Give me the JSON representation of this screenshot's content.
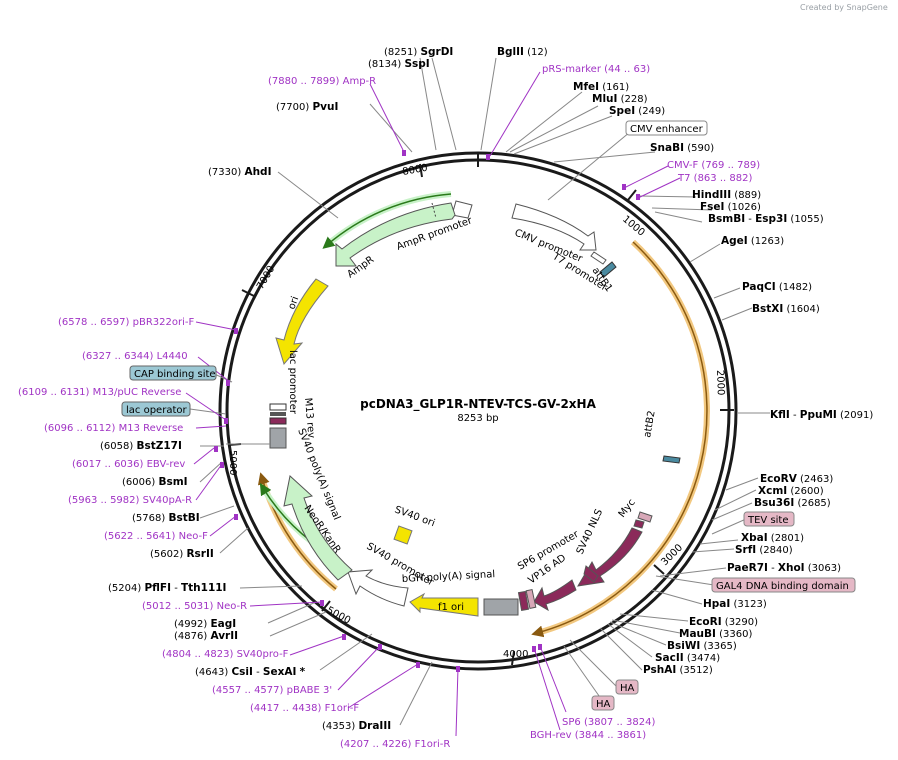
{
  "watermark": "Created by  SnapGene",
  "plasmid": {
    "name": "pcDNA3_GLP1R-NTEV-TCS-GV-2xHA",
    "size": "8253 bp"
  },
  "ticks": [
    "1000",
    "2000",
    "3000",
    "4000",
    "5000",
    "7000",
    "8000"
  ],
  "features": {
    "cmv_promoter": "CMV promoter",
    "t7_promoter": "T7 promoter",
    "attB1": "attB1",
    "attB2": "attB2",
    "myc": "Myc",
    "sv40_nls": "SV40 NLS",
    "vp16_ad": "VP16 AD",
    "sp6_promoter": "SP6 promoter",
    "bgh_polya": "bGH poly(A) signal",
    "f1_ori": "f1 ori",
    "sv40_ori": "SV40 ori",
    "sv40_promoter": "SV40 promoter",
    "neor": "NeoR/KanR",
    "sv40_polya": "SV40 poly(A) signal",
    "m13_rev": "M13 rev",
    "lac_promoter": "lac promoter",
    "ori": "ori",
    "ampr": "AmpR",
    "ampr_promoter": "AmpR promoter"
  },
  "labels": [
    {
      "pos": "(8251)",
      "name": "SgrDI"
    },
    {
      "name": "BglII",
      "pos": "(12)"
    },
    {
      "name": "pRS-marker",
      "pos": "(44 .. 63)"
    },
    {
      "name": "MfeI",
      "pos": "(161)"
    },
    {
      "name": "MluI",
      "pos": "(228)"
    },
    {
      "name": "SpeI",
      "pos": "(249)"
    },
    {
      "name": "CMV enhancer"
    },
    {
      "name": "SnaBI",
      "pos": "(590)"
    },
    {
      "name": "CMV-F",
      "pos": "(769 .. 789)"
    },
    {
      "name": "T7",
      "pos": "(863 .. 882)"
    },
    {
      "name": "HindIII",
      "pos": "(889)"
    },
    {
      "name": "FseI",
      "pos": "(1026)"
    },
    {
      "name": "BsmBI",
      "name2": "Esp3I",
      "pos": "(1055)"
    },
    {
      "name": "AgeI",
      "pos": "(1263)"
    },
    {
      "name": "PaqCI",
      "pos": "(1482)"
    },
    {
      "name": "BstXI",
      "pos": "(1604)"
    },
    {
      "name": "KflI",
      "name2": "PpuMI",
      "pos": "(2091)"
    },
    {
      "name": "EcoRV",
      "pos": "(2463)"
    },
    {
      "name": "XcmI",
      "pos": "(2600)"
    },
    {
      "name": "Bsu36I",
      "pos": "(2685)"
    },
    {
      "name": "TEV site"
    },
    {
      "name": "XbaI",
      "pos": "(2801)"
    },
    {
      "name": "SrfI",
      "pos": "(2840)"
    },
    {
      "name": "PaeR7I",
      "name2": "XhoI",
      "pos": "(3063)"
    },
    {
      "name": "GAL4 DNA binding domain"
    },
    {
      "name": "HpaI",
      "pos": "(3123)"
    },
    {
      "name": "EcoRI",
      "pos": "(3290)"
    },
    {
      "name": "MauBI",
      "pos": "(3360)"
    },
    {
      "name": "BsiWI",
      "pos": "(3365)"
    },
    {
      "name": "SacII",
      "pos": "(3474)"
    },
    {
      "name": "PshAI",
      "pos": "(3512)"
    },
    {
      "name": "HA"
    },
    {
      "name": "HA"
    },
    {
      "name": "SP6",
      "pos": "(3807 .. 3824)"
    },
    {
      "name": "BGH-rev",
      "pos": "(3844 .. 3861)"
    },
    {
      "pos": "(8134)",
      "name": "SspI"
    },
    {
      "pos": "(7880 .. 7899)",
      "name": "Amp-R"
    },
    {
      "pos": "(7700)",
      "name": "PvuI"
    },
    {
      "pos": "(7330)",
      "name": "AhdI"
    },
    {
      "pos": "(6578 .. 6597)",
      "name": "pBR322ori-F"
    },
    {
      "pos": "(6327 .. 6344)",
      "name": "L4440"
    },
    {
      "name": "CAP binding site"
    },
    {
      "pos": "(6109 .. 6131)",
      "name": "M13/pUC Reverse"
    },
    {
      "name": "lac operator"
    },
    {
      "pos": "(6096 .. 6112)",
      "name": "M13 Reverse"
    },
    {
      "pos": "(6058)",
      "name": "BstZ17I"
    },
    {
      "pos": "(6017 .. 6036)",
      "name": "EBV-rev"
    },
    {
      "pos": "(6006)",
      "name": "BsmI"
    },
    {
      "pos": "(5963 .. 5982)",
      "name": "SV40pA-R"
    },
    {
      "pos": "(5768)",
      "name": "BstBI"
    },
    {
      "pos": "(5622 .. 5641)",
      "name": "Neo-F"
    },
    {
      "pos": "(5602)",
      "name": "RsrII"
    },
    {
      "pos": "(5204)",
      "name": "PflFI",
      "name2": "Tth111I"
    },
    {
      "pos": "(5012 .. 5031)",
      "name": "Neo-R"
    },
    {
      "pos": "(4992)",
      "name": "EagI"
    },
    {
      "pos": "(4876)",
      "name": "AvrII"
    },
    {
      "pos": "(4804 .. 4823)",
      "name": "SV40pro-F"
    },
    {
      "pos": "(4643)",
      "name": "CsiI",
      "name2": "SexAI",
      "suffix": "*"
    },
    {
      "pos": "(4557 .. 4577)",
      "name": "pBABE 3'"
    },
    {
      "pos": "(4417 .. 4438)",
      "name": "F1ori-F"
    },
    {
      "pos": "(4353)",
      "name": "DraIII"
    },
    {
      "pos": "(4207 .. 4226)",
      "name": "F1ori-R"
    }
  ],
  "colors": {
    "backbone": "#1a1a1a",
    "feature_yellow": "#f4e400",
    "feature_green": "#c8f2c8",
    "feature_gray": "#a0a4a8",
    "feature_maroon": "#8b2a5a",
    "primer_purple": "#a033c4",
    "orange_arc": "#f2a030",
    "box_blue": "#9cc8d4",
    "box_pink": "#e5b8c6"
  }
}
